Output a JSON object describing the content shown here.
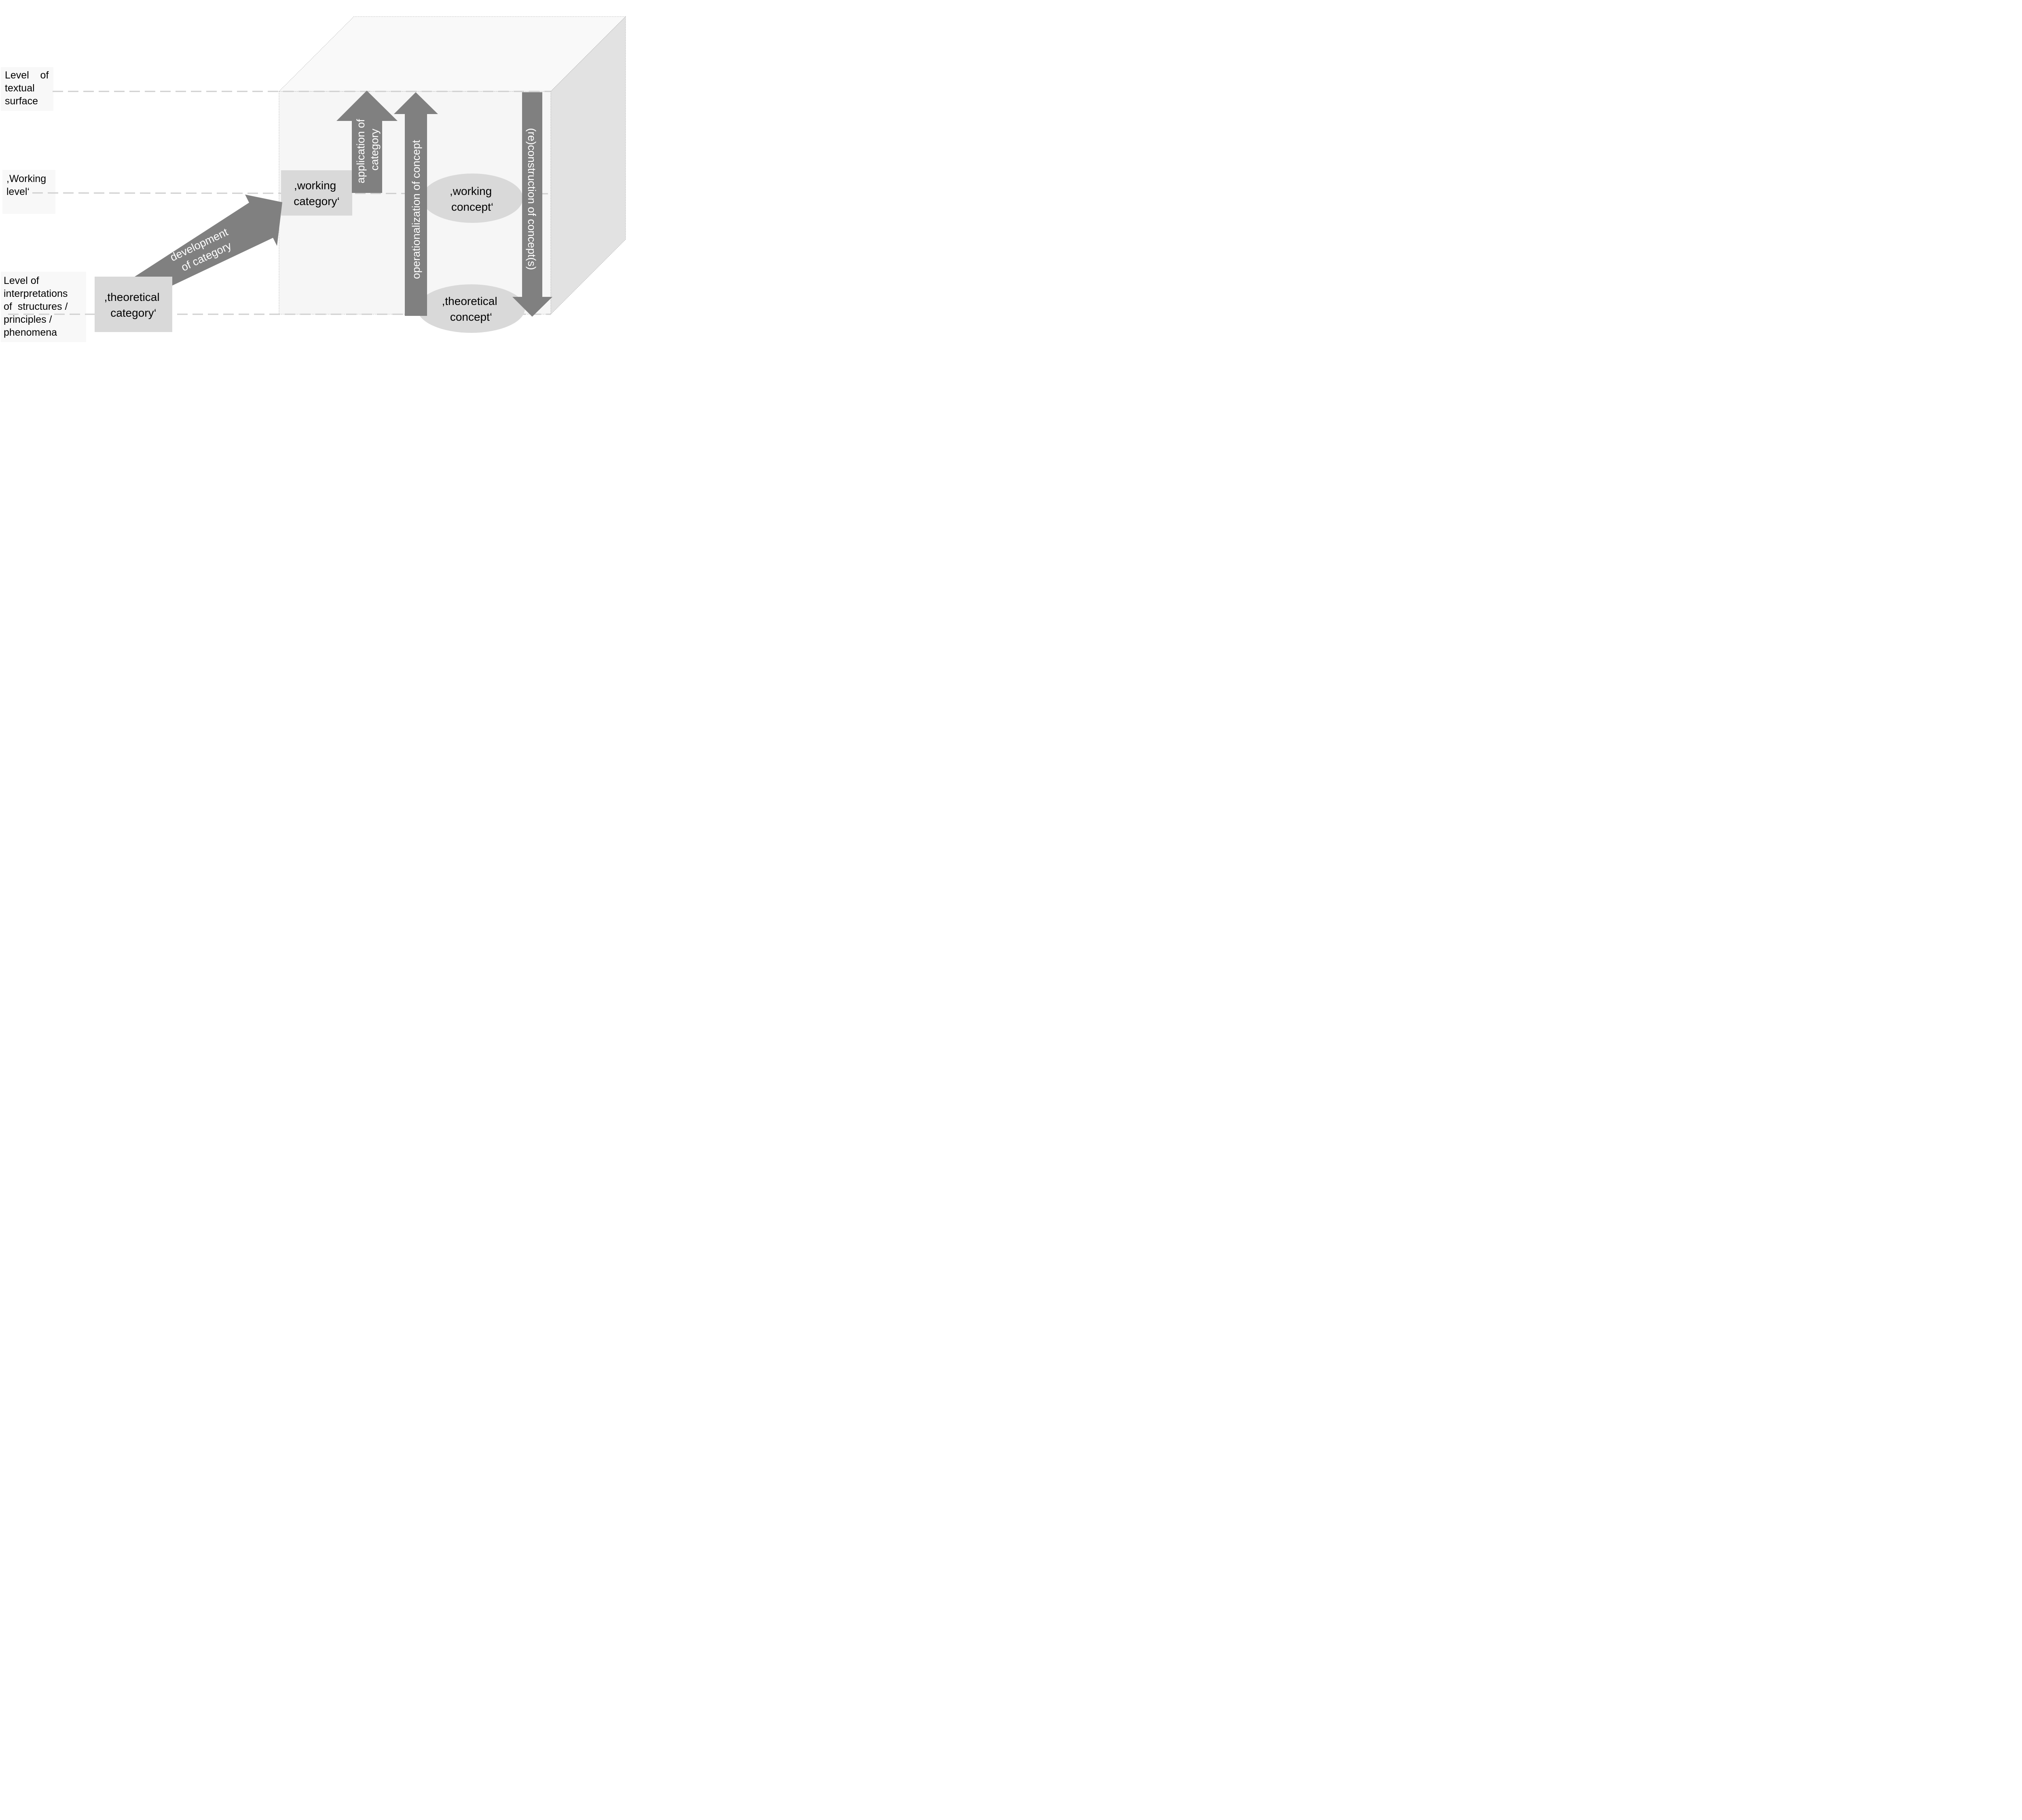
{
  "levels": {
    "textual_surface": [
      "Level    of",
      "textual",
      "surface"
    ],
    "working_level": [
      ",Working",
      "level‘"
    ],
    "interpretations": [
      "Level of",
      "interpretations",
      "of  structures /",
      "principles /",
      "phenomena"
    ]
  },
  "nodes": {
    "theoretical_category": [
      ",theoretical",
      "category‘"
    ],
    "working_category": [
      ",working",
      "category‘"
    ],
    "working_concept": [
      ",working",
      "concept‘"
    ],
    "theoretical_concept": [
      ",theoretical",
      "concept‘"
    ]
  },
  "arrows": {
    "development_of_category": [
      "development",
      "of category"
    ],
    "application_of_category": [
      "application of",
      "category"
    ],
    "operationalization_of_concept": "operationalization of concept",
    "reconstruction_of_concepts": "(re)construction of concept(s)"
  },
  "colors": {
    "arrow": "#808080",
    "box": "#d9d9d9",
    "label_bg": "#f8f8f8",
    "cube_front": "#f6f6f6",
    "cube_top": "#f9f9f9",
    "cube_side": "#e2e2e2",
    "dashed": "#cfcfcf",
    "text": "#000000",
    "arrow_text": "#ffffff"
  }
}
